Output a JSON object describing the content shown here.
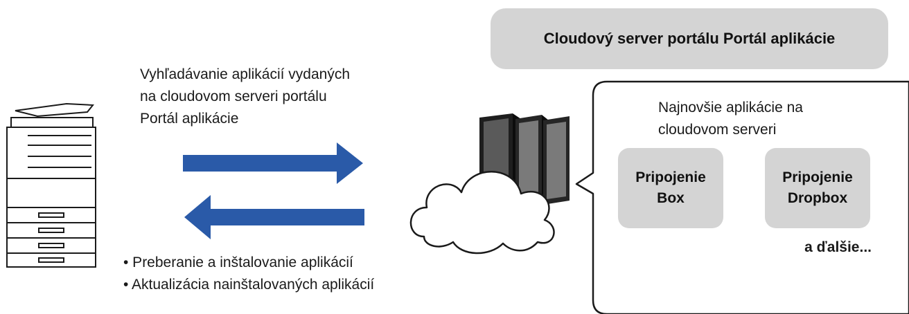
{
  "portal": {
    "title": "Cloudový server portálu Portál aplikácie"
  },
  "search": {
    "lines": [
      "Vyhľadávanie aplikácií vydaných",
      "na cloudovom serveri portálu",
      "Portál aplikácie"
    ]
  },
  "actions": [
    "• Preberanie a inštalovanie aplikácií",
    "• Aktualizácia nainštalovaných aplikácií"
  ],
  "bubble": {
    "title_lines": [
      "Najnovšie aplikácie na",
      "cloudovom serveri"
    ],
    "apps": [
      {
        "line1": "Pripojenie",
        "line2": "Box"
      },
      {
        "line1": "Pripojenie",
        "line2": "Dropbox"
      }
    ],
    "more": "a ďalšie..."
  },
  "colors": {
    "arrow": "#2a5aa8",
    "box": "#d4d4d4",
    "outline": "#1a1a1a"
  }
}
